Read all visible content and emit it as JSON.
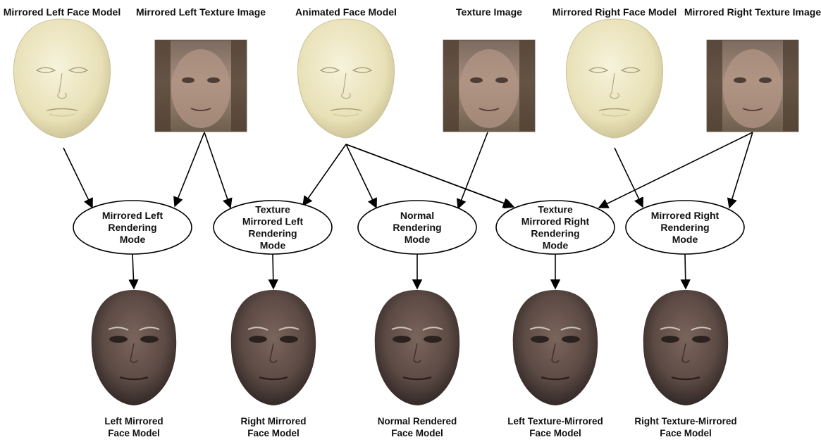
{
  "inputs": [
    {
      "id": "mirrored-left-face-model",
      "label": "Mirrored Left Face Model",
      "kind": "mesh"
    },
    {
      "id": "mirrored-left-texture-image",
      "label": "Mirrored Left Texture Image",
      "kind": "texture"
    },
    {
      "id": "animated-face-model",
      "label": "Animated Face Model",
      "kind": "mesh"
    },
    {
      "id": "texture-image",
      "label": "Texture Image",
      "kind": "texture"
    },
    {
      "id": "mirrored-right-face-model",
      "label": "Mirrored Right Face Model",
      "kind": "mesh"
    },
    {
      "id": "mirrored-right-texture-image",
      "label": "Mirrored Right Texture Image",
      "kind": "texture"
    }
  ],
  "modes": [
    {
      "id": "mirrored-left-rendering-mode",
      "lines": [
        "Mirrored Left",
        "Rendering",
        "Mode"
      ]
    },
    {
      "id": "texture-mirrored-left-rendering-mode",
      "lines": [
        "Texture",
        "Mirrored Left",
        "Rendering",
        "Mode"
      ]
    },
    {
      "id": "normal-rendering-mode",
      "lines": [
        "Normal",
        "Rendering",
        "Mode"
      ]
    },
    {
      "id": "texture-mirrored-right-rendering-mode",
      "lines": [
        "Texture",
        "Mirrored Right",
        "Rendering",
        "Mode"
      ]
    },
    {
      "id": "mirrored-right-rendering-mode",
      "lines": [
        "Mirrored Right",
        "Rendering",
        "Mode"
      ]
    }
  ],
  "outputs": [
    {
      "id": "left-mirrored-face-model",
      "lines": [
        "Left Mirrored",
        "Face Model"
      ]
    },
    {
      "id": "right-mirrored-face-model",
      "lines": [
        "Right Mirrored",
        "Face Model"
      ]
    },
    {
      "id": "normal-rendered-face-model",
      "lines": [
        "Normal Rendered",
        "Face Model"
      ]
    },
    {
      "id": "left-texture-mirrored-face-model",
      "lines": [
        "Left Texture-Mirrored",
        "Face Model"
      ]
    },
    {
      "id": "right-texture-mirrored-face-model",
      "lines": [
        "Right Texture-Mirrored",
        "Face Model"
      ]
    }
  ],
  "edges": [
    {
      "from": "mirrored-left-face-model",
      "to": "mirrored-left-rendering-mode"
    },
    {
      "from": "mirrored-left-texture-image",
      "to": "mirrored-left-rendering-mode"
    },
    {
      "from": "mirrored-left-texture-image",
      "to": "texture-mirrored-left-rendering-mode"
    },
    {
      "from": "animated-face-model",
      "to": "texture-mirrored-left-rendering-mode"
    },
    {
      "from": "animated-face-model",
      "to": "normal-rendering-mode"
    },
    {
      "from": "animated-face-model",
      "to": "texture-mirrored-right-rendering-mode"
    },
    {
      "from": "animated-face-model",
      "to": "mirrored-right-rendering-mode"
    },
    {
      "from": "texture-image",
      "to": "normal-rendering-mode"
    },
    {
      "from": "mirrored-right-face-model",
      "to": "mirrored-right-rendering-mode"
    },
    {
      "from": "mirrored-right-texture-image",
      "to": "texture-mirrored-right-rendering-mode"
    },
    {
      "from": "mirrored-right-texture-image",
      "to": "mirrored-right-rendering-mode"
    },
    {
      "from": "mirrored-left-rendering-mode",
      "to": "left-mirrored-face-model"
    },
    {
      "from": "texture-mirrored-left-rendering-mode",
      "to": "right-mirrored-face-model"
    },
    {
      "from": "normal-rendering-mode",
      "to": "normal-rendered-face-model"
    },
    {
      "from": "texture-mirrored-right-rendering-mode",
      "to": "left-texture-mirrored-face-model"
    },
    {
      "from": "mirrored-right-rendering-mode",
      "to": "right-texture-mirrored-face-model"
    }
  ],
  "colors": {
    "mesh_fill": "#efe9c4",
    "mesh_shade": "#c9c096",
    "skin_tone": "#6e5a52",
    "skin_shadow": "#2a2220",
    "edge": "#000000"
  }
}
